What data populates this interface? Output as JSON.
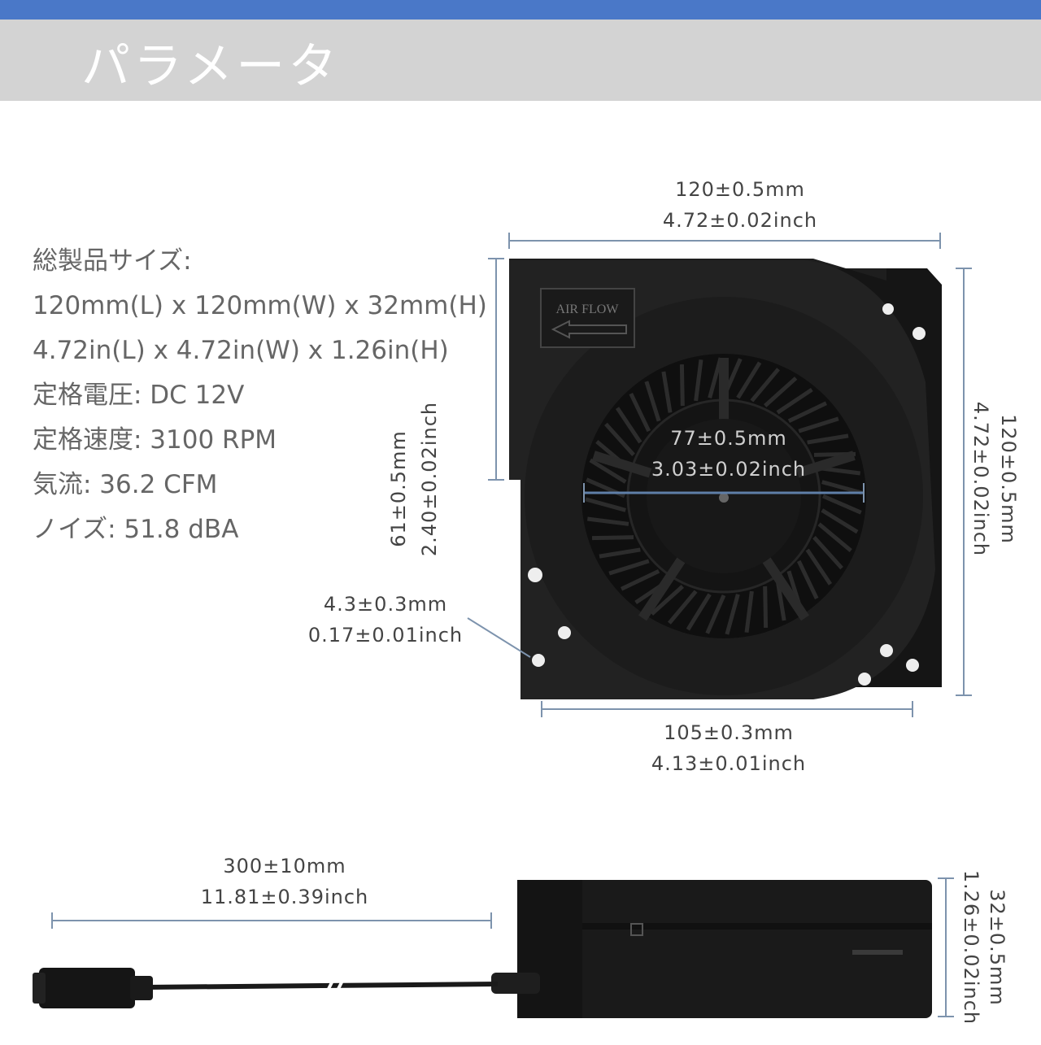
{
  "header": {
    "title": "パラメータ"
  },
  "specs": {
    "size_label": "総製品サイズ:",
    "size_mm": "120mm(L) x 120mm(W) x 32mm(H)",
    "size_in": "4.72in(L) x 4.72in(W) x 1.26in(H)",
    "voltage": "定格電圧: DC 12V",
    "speed": "定格速度: 3100 RPM",
    "airflow": "気流: 36.2 CFM",
    "noise": "ノイズ: 51.8 dBA"
  },
  "dimensions": {
    "width_mm": "120±0.5mm",
    "width_in": "4.72±0.02inch",
    "height_mm": "120±0.5mm",
    "height_in": "4.72±0.02inch",
    "outlet_mm": "61±0.5mm",
    "outlet_in": "2.40±0.02inch",
    "inlet_mm": "77±0.5mm",
    "inlet_in": "3.03±0.02inch",
    "hole_mm": "4.3±0.3mm",
    "hole_in": "0.17±0.01inch",
    "hole_spacing_mm": "105±0.3mm",
    "hole_spacing_in": "4.13±0.01inch",
    "cable_mm": "300±10mm",
    "cable_in": "11.81±0.39inch",
    "thickness_mm": "32±0.5mm",
    "thickness_in": "1.26±0.02inch"
  },
  "fan_label": "AIR FLOW",
  "colors": {
    "accent": "#4a78c8",
    "header_bg": "#d3d3d3",
    "dim_line": "#6f87a6",
    "fan": "#1e1e1e"
  }
}
